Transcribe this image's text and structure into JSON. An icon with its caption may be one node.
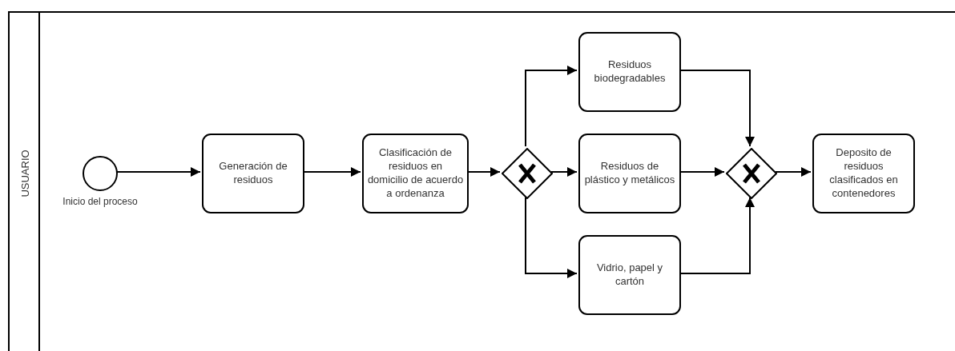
{
  "diagram": {
    "nodes": [
      {
        "text": [
          "USUARIO"
        ]
      },
      {
        "text": [],
        "shape": "circle",
        "beside": [
          "Inicio del proceso"
        ],
        "in": 0
      },
      {
        "text": [
          "Generación de residuos"
        ],
        "in": 0
      },
      {
        "text": [
          "Clasificación de residuos en domicilio de acuerdo a ordenanza"
        ],
        "in": 0
      },
      {
        "text": [],
        "shape": "diamond",
        "in": 0
      },
      {
        "text": [
          "Residuos biodegradables"
        ],
        "in": 0
      },
      {
        "text": [
          "Residuos de plástico y metálicos"
        ],
        "in": 0
      },
      {
        "text": [
          "Vidrio, papel y cartón"
        ],
        "in": 0
      },
      {
        "text": [],
        "shape": "diamond",
        "in": 0
      },
      {
        "text": [
          "Deposito de residuos clasificados en contenedores"
        ],
        "in": 0
      }
    ],
    "edges": [
      {
        "from": 1,
        "to": 2,
        "arrow": "to"
      },
      {
        "from": 2,
        "to": 3,
        "arrow": "to"
      },
      {
        "from": 3,
        "to": 4,
        "arrow": "to"
      },
      {
        "from": 4,
        "to": 5,
        "arrow": "to"
      },
      {
        "from": 4,
        "to": 6,
        "arrow": "to"
      },
      {
        "from": 4,
        "to": 7,
        "arrow": "to"
      },
      {
        "from": 5,
        "to": 8,
        "arrow": "to"
      },
      {
        "from": 6,
        "to": 8,
        "arrow": "to"
      },
      {
        "from": 7,
        "to": 8,
        "arrow": "to"
      },
      {
        "from": 8,
        "to": 9,
        "arrow": "to"
      }
    ]
  }
}
